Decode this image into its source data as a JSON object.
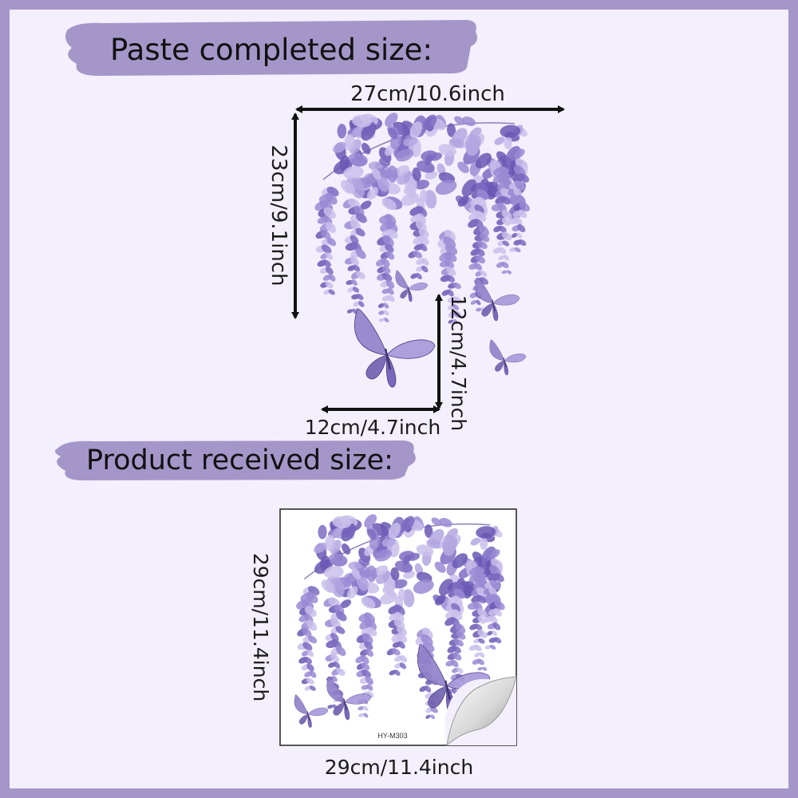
{
  "headings": {
    "paste": "Paste completed size:",
    "received": "Product received size:"
  },
  "dimensions": {
    "wisteria_width": "27cm/10.6inch",
    "wisteria_height": "23cm/9.1inch",
    "butterfly_width": "12cm/4.7inch",
    "butterfly_height": "12cm/4.7inch",
    "sheet_width": "29cm/11.4inch",
    "sheet_height": "29cm/11.4inch"
  },
  "sheet": {
    "code": "HY-M303"
  },
  "colors": {
    "border": "#a596c9",
    "background": "#f3effc",
    "banner": "#a596c9",
    "flower_dark": "#6a58b4",
    "flower_mid": "#9a8ad4",
    "flower_light": "#c9bfeb"
  },
  "icons": [
    "wisteria-illustration",
    "butterfly-illustration",
    "dimension-arrow",
    "peeling-corner"
  ]
}
